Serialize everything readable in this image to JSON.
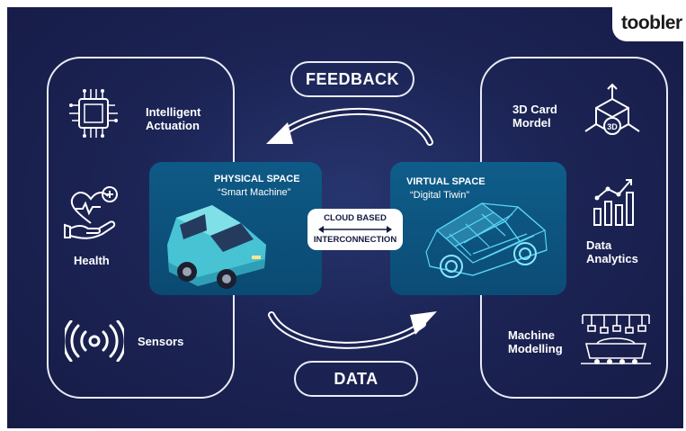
{
  "brand": {
    "logo_text": "toobler"
  },
  "left_panel": {
    "items": [
      {
        "label_line1": "Intelligent",
        "label_line2": "Actuation",
        "icon": "chip-icon"
      },
      {
        "label_line1": "Health",
        "icon": "heart-hand-icon"
      },
      {
        "label_line1": "Sensors",
        "icon": "signal-waves-icon"
      }
    ]
  },
  "right_panel": {
    "items": [
      {
        "label_line1": "3D Card",
        "label_line2": "Mordel",
        "icon": "3d-cube-icon"
      },
      {
        "label_line1": "Data",
        "label_line2": "Analytics",
        "icon": "bar-chart-icon"
      },
      {
        "label_line1": "Machine",
        "label_line2": "Modelling",
        "icon": "machine-line-icon"
      }
    ]
  },
  "flow": {
    "feedback_label": "FEEDBACK",
    "data_label": "DATA"
  },
  "physical_space": {
    "title": "PHYSICAL SPACE",
    "subtitle": "“Smart Machine”"
  },
  "virtual_space": {
    "title": "VIRTUAL SPACE",
    "subtitle": "“Digital Tiwin”"
  },
  "connection": {
    "line1": "CLOUD BASED",
    "line2": "INTERCONNECTION"
  },
  "colors": {
    "background": "#1c2455",
    "panel_border": "#e9ecf6",
    "space_fill": "#0e5a86",
    "accent_cyan": "#47c3d4"
  }
}
